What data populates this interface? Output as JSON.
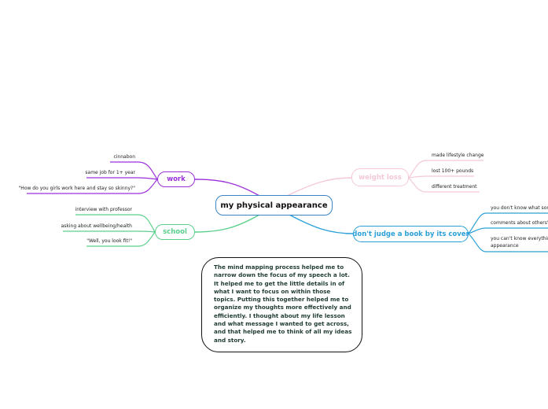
{
  "central": {
    "label": "my physical appearance"
  },
  "branches": {
    "work": {
      "label": "work",
      "color": "#9b30d9",
      "leaves": [
        "cinnabon",
        "same job for 1+ year",
        "\"How do you girls work here and stay so skinny?\""
      ]
    },
    "school": {
      "label": "school",
      "color": "#5bd08c",
      "leaves": [
        "interview with professor",
        "asking about wellbeing/health",
        "\"Well, you look fit!\""
      ]
    },
    "weight_loss": {
      "label": "weight loss",
      "color": "#f4c8d6",
      "leaves": [
        "made lifestyle change",
        "lost 100+ pounds",
        "different treatment"
      ]
    },
    "dont_judge": {
      "label": "don't judge a book by its cover",
      "color": "#2ba0d8",
      "leaves": [
        "you don't know what some",
        "comments about others' a",
        "you can't know everything",
        "appearance"
      ]
    }
  },
  "note": {
    "text": "The mind mapping process helped me to narrow down the focus of my speech a lot. It helped me to get the little details in of what I want to focus on within those topics. Putting this together helped me to organize my thoughts more effectively and efficiently. I thought about my life lesson and what message I wanted to get across, and that helped me to think of all my ideas and story."
  }
}
